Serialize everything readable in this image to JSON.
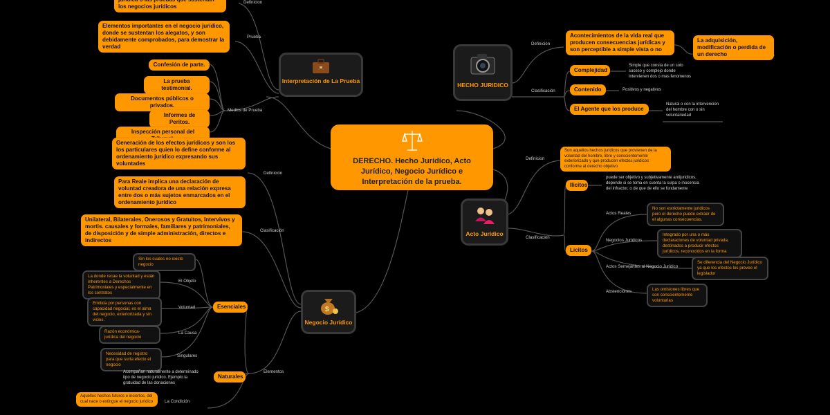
{
  "center": {
    "title": "DERECHO. Hecho Jurídico, Acto Jurídico, Negocio Jurídico e Interpretación de la prueba."
  },
  "colors": {
    "accent": "#ff9800",
    "background": "#000000",
    "topic_border": "#3a3a3a"
  },
  "hecho": {
    "title": "HECHO JURIDICO",
    "icon": "camera-icon",
    "definicion_label": "Definición",
    "definicion_text": "Acontecimientos de la vida real que producen consecuencias jurídicas y son perceptible a simple vista o no",
    "definicion_sub": "La adquisición, modificación o perdida de un derecho",
    "clasificacion_label": "Clasificación",
    "complejidad": "Complejidad",
    "complejidad_note": "Simple que consta de un solo suceso y complejo donde intervienen dos o mas fenomenos",
    "contenido": "Contenido",
    "contenido_note": "Positivos y negativos",
    "agente": "El Agente que los produce",
    "agente_note": "Natural o con la intervencion del hombre con o sin voluntariedad"
  },
  "acto": {
    "title": "Acto Jurídico",
    "icon": "people-icon",
    "definicion_label": "Definicion",
    "definicion_text": "Son aquellos hechos juridicos que provienen de la voluntad del hombre, libre y conscientemente exteriorizado y que producen efectos juridicos conforme al derecho objetivo",
    "clasificacion_label": "Clasificacion",
    "ilicitos": "Ilicitos",
    "ilicitos_note": "puede ser objetivo y subjetivamente antijuridicos, depende si se toma en cuenta la culpa o inocencia del infractor, o de que de ello se fundamente",
    "licitos": "Licitos",
    "actos_reales_label": "Actos Reales",
    "actos_reales_text": "No son estrictamente juridicos pero el derecho puede extraer de el algunas consecuencias.",
    "negocios_label": "Negocios Jurídicos",
    "negocios_text": "Integrado por una o más declaraciones de voluntad privada, destinados a producir efectos jurídicos, reconocidos en la forma",
    "semejantes_label": "Actos Semejantes al Negocio Jurídico",
    "semejantes_text": "Se diferencia del Negocio Jurídico ya que los efectos los prevee el legislador",
    "abstenciones_label": "Abstenciones",
    "abstenciones_text": "Las omisiones libres que son conscientemente voluntarias"
  },
  "prueba": {
    "title": "Interpretación de La Prueba",
    "icon": "briefcase-icon",
    "definicion_label": "Definicion",
    "definicion_text": "jurídica o las pruebas que sustentan los negocios jurídicos",
    "prueba_label": "Prueba",
    "prueba_text": "Elementos importantes en el negocio jurídico, donde se sustentan los alegatos, y son debidamente comprobados, para demostrar la verdad",
    "medios_label": "Medios de Prueba",
    "medios": [
      "Confesión de parte.",
      "La prueba testimonial.",
      "Documentos públicos o privados.",
      "Informes de Peritos.",
      "Inspección personal del Tribunal."
    ]
  },
  "negocio": {
    "title": "Negocio Jurídico",
    "icon": "money-bag-icon",
    "definicion_label": "Definición",
    "definicion_1": "Generación de los efectos jurídicos y son los los particulares quien lo define conforme al ordenamiento jurídico expresando sus voluntades",
    "definicion_2": "Para Reale implica una declaración de voluntad creadora de una relación expresa entre dos o más sujetos enmarcados en el ordenamiento jurídico",
    "clasificacion_label": "Clasificación",
    "clasificacion_text": "Unilateral, Bilaterales, Onerosos y Gratuitos, Intervivos y mortis. causales y formales, familiares y patrimoniales, de disposición y de simple administración, directos e indirectos",
    "elementos_label": "Elementos",
    "esenciales": "Esenciales",
    "esenciales_top": "Sin los cuales no existe negocio",
    "objeto_label": "El Objeto",
    "objeto_text": "La donde recae la voluntad y están inherentes a Derechos Patrimoniales y especialmente en los contratos",
    "voluntad_label": "Voluntad",
    "voluntad_text": "Emitida por personas con capacidad negocial, es el alma del negocio, exteriorizada y sin vicios.",
    "causa_label": "La Causa",
    "causa_text": "Razón económica- jurídica del negocio",
    "singulares_label": "Singulares",
    "singulares_text": "Necesidad de registro para que surta efecto el negocio",
    "naturales": "Naturales",
    "naturales_note": "Acompañan naturalmente a determinado tipo de negocio jurídico. Ejemplo la gratuidad de las donaciones",
    "condicion_label": "La Condición",
    "condicion_text": "Aquellos hechos futuros e inciertos, del cual nace o extingue el negocio jurídico"
  }
}
